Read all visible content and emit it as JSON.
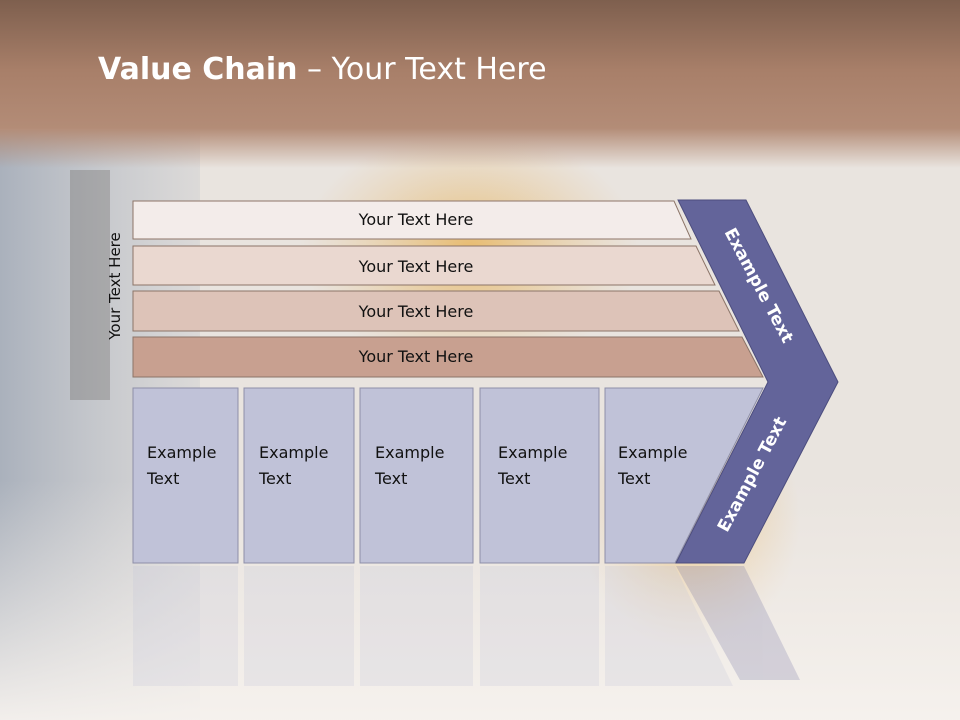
{
  "slide": {
    "title_bold": "Value Chain",
    "title_rest": " – Your Text Here",
    "side_label": "Your Text Here"
  },
  "rows": [
    {
      "label": "Your Text Here",
      "fill": "#f3ecea"
    },
    {
      "label": "Your Text Here",
      "fill": "#ead8d0"
    },
    {
      "label": "Your Text Here",
      "fill": "#ddc3b8"
    },
    {
      "label": "Your Text Here",
      "fill": "#c8a090"
    }
  ],
  "boxes": [
    {
      "line1": "Example",
      "line2": "Text"
    },
    {
      "line1": "Example",
      "line2": "Text"
    },
    {
      "line1": "Example",
      "line2": "Text"
    },
    {
      "line1": "Example",
      "line2": "Text"
    },
    {
      "line1": "Example",
      "line2": "Text"
    }
  ],
  "chevron": {
    "upper_label": "Example Text",
    "lower_label": "Example Text"
  },
  "colors": {
    "chevron": "#63649a",
    "box_fill": "#c0c2d8",
    "title_bar": "#a57d66"
  }
}
